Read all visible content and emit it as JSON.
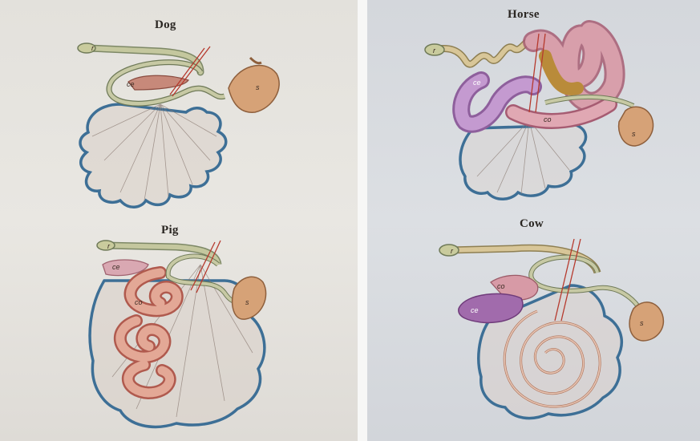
{
  "panels": [
    {
      "title": "Dog",
      "labels": {
        "rectum": "r",
        "cecum": "ce",
        "stomach": "s"
      }
    },
    {
      "title": "Horse",
      "labels": {
        "rectum": "r",
        "cecum": "ce",
        "colon": "co",
        "stomach": "s"
      }
    },
    {
      "title": "Pig",
      "labels": {
        "rectum": "r",
        "cecum": "ce",
        "colon": "co",
        "stomach": "s"
      }
    },
    {
      "title": "Cow",
      "labels": {
        "rectum": "r",
        "colon": "co",
        "cecum": "ce",
        "stomach": "s"
      }
    }
  ]
}
